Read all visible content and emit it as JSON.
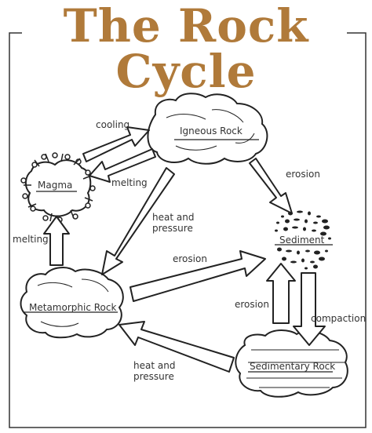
{
  "title": "The Rock Cycle",
  "nodes": {
    "igneous": "Igneous Rock",
    "magma": "Magma",
    "sediment": "Sediment",
    "metamorphic": "Metamorphic Rock",
    "sedimentary": "Sedimentary Rock"
  },
  "processes": {
    "cooling": "cooling",
    "melting_igneous": "melting",
    "heat_pressure_igneous_line1": "heat and",
    "heat_pressure_igneous_line2": "pressure",
    "erosion_igneous": "erosion",
    "melting_meta": "melting",
    "erosion_meta": "erosion",
    "erosion_sedimentary": "erosion",
    "compaction": "compaction",
    "heat_pressure_sed_line1": "heat and",
    "heat_pressure_sed_line2": "pressure"
  },
  "colors": {
    "title": "#b07a3a",
    "ink": "#222222"
  }
}
